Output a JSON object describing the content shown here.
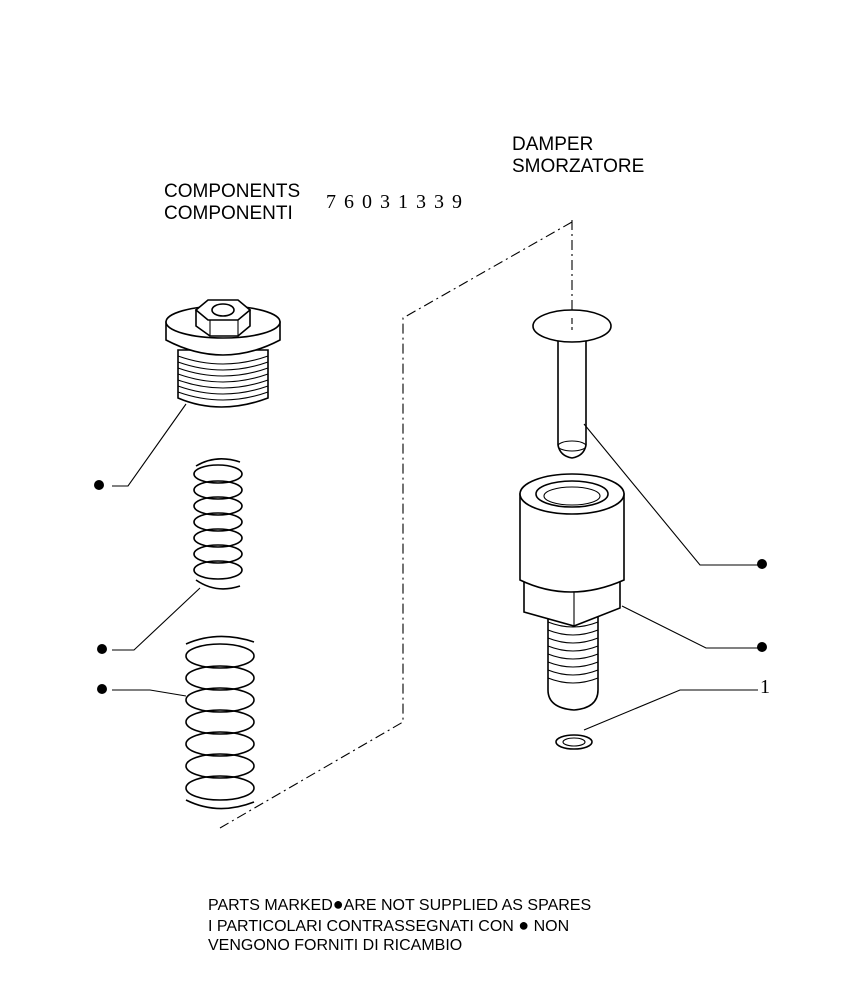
{
  "damper": {
    "line1": "DAMPER",
    "line2": "SMORZATORE"
  },
  "components": {
    "line1": "COMPONENTS",
    "line2": "COMPONENTI",
    "part_number": "76031339"
  },
  "callouts": {
    "washer_ref": "1",
    "bullet": "●"
  },
  "footer": {
    "line1_a": "PARTS MARKED",
    "line1_b": "ARE NOT SUPPLIED AS SPARES",
    "line2_a": "I  PARTICOLARI  CONTRASSEGNATI  CON",
    "line2_b": "NON",
    "line3": "VENGONO FORNITI DI RICAMBIO"
  }
}
